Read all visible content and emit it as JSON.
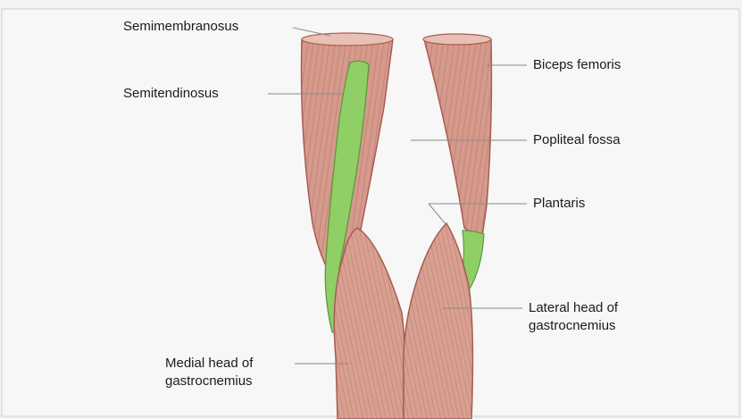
{
  "labels": {
    "semimembranosus": "Semimembranosus",
    "semitendinosus": "Semitendinosus",
    "biceps_femoris": "Biceps femoris",
    "popliteal_fossa": "Popliteal fossa",
    "plantaris": "Plantaris",
    "lateral_head_line1": "Lateral head of",
    "lateral_head_line2": "gastrocnemius",
    "medial_head_line1": "Medial head of",
    "medial_head_line2": "gastrocnemius"
  },
  "colors": {
    "muscle": "#d59a8c",
    "muscle_dark": "#a85c52",
    "tendon_green": "#8fcf66",
    "background": "#f4f4f4",
    "border": "#dcdcdc"
  }
}
